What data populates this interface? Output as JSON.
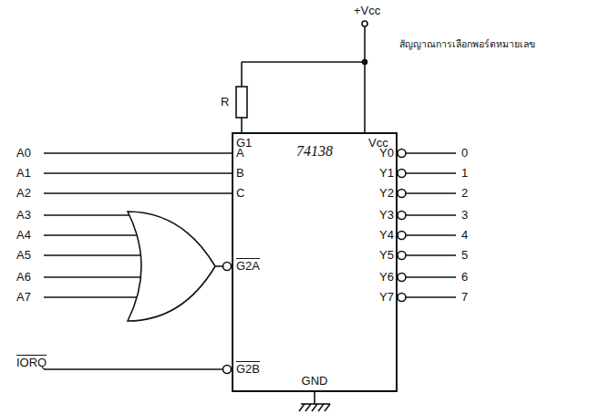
{
  "diagram": {
    "nodes": [
      {
        "text": [
          "74138"
        ]
      }
    ],
    "labels": [
      "+Vcc",
      "R",
      "G1",
      "Vcc",
      "สัญญาณการเลือกพอร์ตหมายเลข",
      "A0",
      "A1",
      "A2",
      "A3",
      "A4",
      "A5",
      "A6",
      "A7",
      "A",
      "B",
      "C",
      "Y0",
      "Y1",
      "Y2",
      "Y3",
      "Y4",
      "Y5",
      "Y6",
      "Y7",
      "0",
      "1",
      "2",
      "3",
      "4",
      "5",
      "6",
      "7",
      "G2A",
      "IORQ",
      "G2B",
      "GND"
    ]
  }
}
